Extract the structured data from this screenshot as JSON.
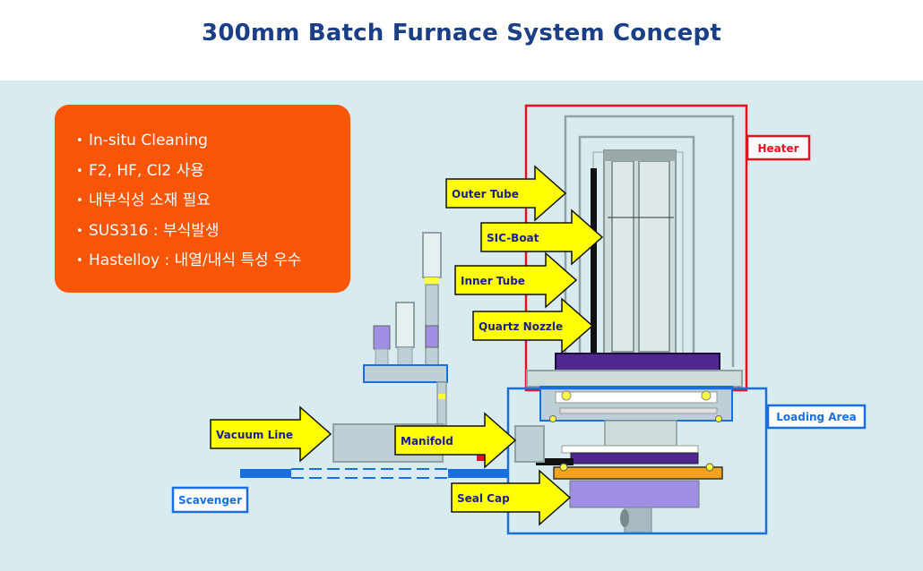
{
  "title": "300mm Batch Furnace System Concept",
  "notes": [
    "In-situ Cleaning",
    "F2, HF, Cl2 사용",
    "내부식성 소재 필요",
    "SUS316 : 부식발생",
    "Hastelloy : 내열/내식 특성 우수"
  ],
  "bullet_glyph": "•",
  "arrows": {
    "outer_tube": "Outer Tube",
    "sic_boat": "SIC-Boat",
    "inner_tube": "Inner Tube",
    "quartz_nozzle": "Quartz Nozzle",
    "vacuum_line": "Vacuum Line",
    "manifold": "Manifold",
    "seal_cap": "Seal Cap"
  },
  "boxes": {
    "heater": "Heater",
    "loading_area": "Loading Area",
    "scavenger": "Scavenger"
  },
  "colors": {
    "title": "#1b3f86",
    "notes_bg": "#f95507",
    "panel_bg": "#d8ebef",
    "heater_red": "#e8101d",
    "loading_blue": "#1a6fe0",
    "arrow_fill": "#ffff00",
    "arrow_text": "#1b1f8c",
    "boat_purple": "#50278f",
    "seal_orange": "#f2a21c",
    "pedestal_violet": "#9f8ee3"
  }
}
